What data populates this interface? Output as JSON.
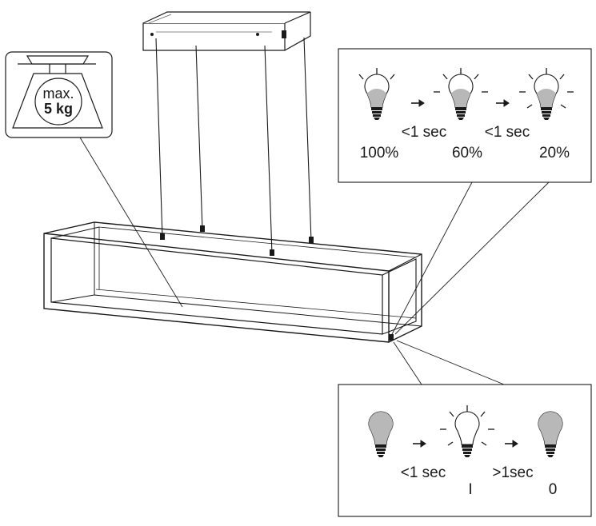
{
  "weight": {
    "line1": "max.",
    "line2": "5 kg"
  },
  "dimming": {
    "bulbs": [
      {
        "name": "bulb-100-icon",
        "level": "100%"
      },
      {
        "name": "bulb-60-icon",
        "level": "60%"
      },
      {
        "name": "bulb-20-icon",
        "level": "20%"
      }
    ],
    "steps": [
      "<1 sec",
      "<1 sec"
    ]
  },
  "switching": {
    "steps": [
      ">1sec",
      "<1 sec"
    ],
    "states": [
      "I",
      "0"
    ]
  },
  "colors": {
    "line": "#1a1a1a",
    "bulb_glass": "#b8b8b8",
    "frame_gap": "#ffffff"
  }
}
